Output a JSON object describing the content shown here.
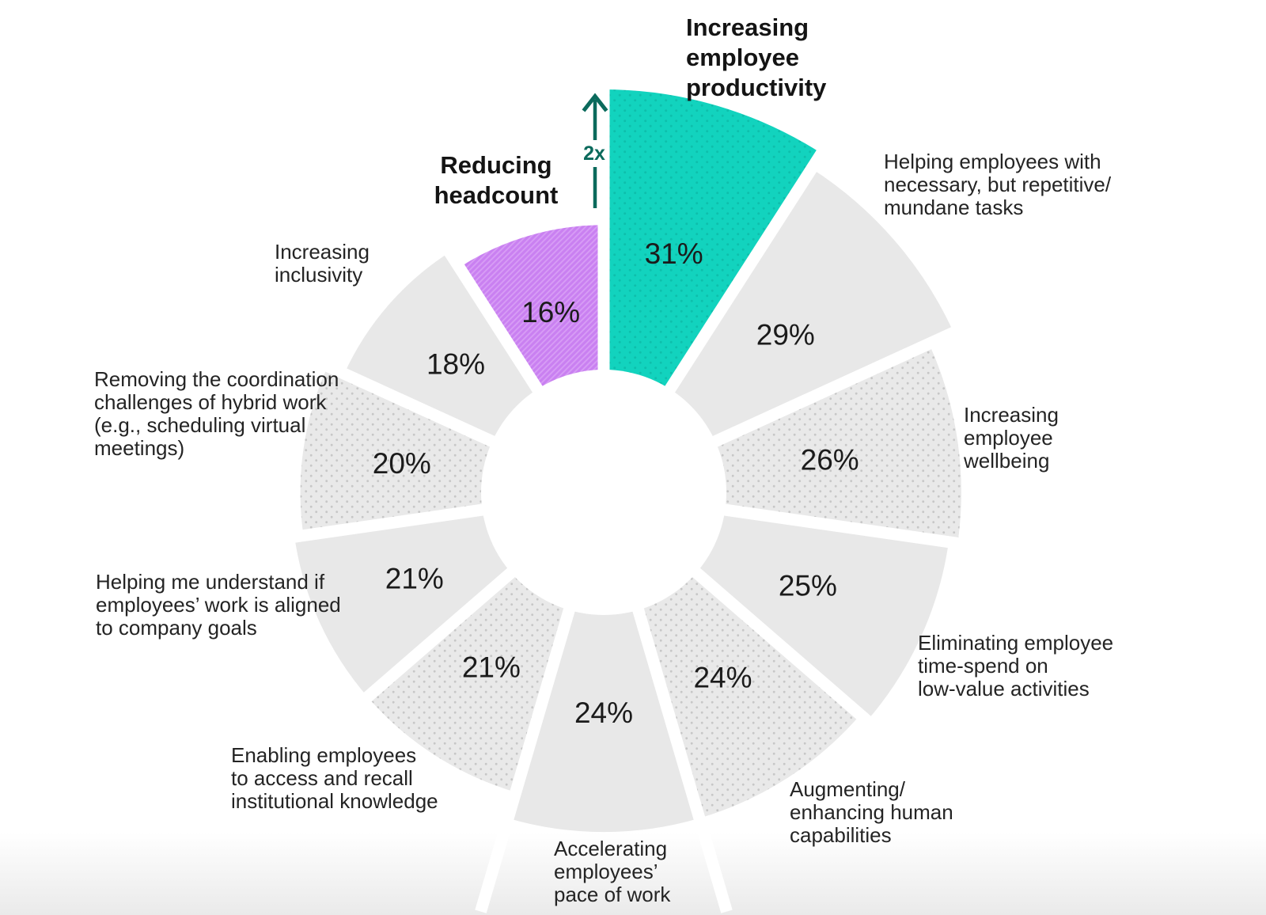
{
  "chart_data": {
    "type": "pie",
    "variant": "rose-radial",
    "legend_position": "around",
    "segments": [
      {
        "label": "Increasing employee productivity",
        "label_lines": [
          "Increasing",
          "employee",
          "productivity"
        ],
        "value": 31,
        "display": "31%",
        "pattern": "teal-dots",
        "emphasis": "primary"
      },
      {
        "label": "Helping employees with necessary, but repetitive/ mundane tasks",
        "label_lines": [
          "Helping employees with",
          "necessary, but repetitive/",
          "mundane tasks"
        ],
        "value": 29,
        "display": "29%",
        "pattern": "gray-plain"
      },
      {
        "label": "Increasing employee wellbeing",
        "label_lines": [
          "Increasing",
          "employee",
          "wellbeing"
        ],
        "value": 26,
        "display": "26%",
        "pattern": "gray-dots"
      },
      {
        "label": "Eliminating employee time-spend on low-value activities",
        "label_lines": [
          "Eliminating employee",
          "time-spend on",
          "low-value activities"
        ],
        "value": 25,
        "display": "25%",
        "pattern": "gray-plain"
      },
      {
        "label": "Augmenting/ enhancing human capabilities",
        "label_lines": [
          "Augmenting/",
          "enhancing human",
          "capabilities"
        ],
        "value": 24,
        "display": "24%",
        "pattern": "gray-dots"
      },
      {
        "label": "Accelerating employees’ pace of work",
        "label_lines": [
          "Accelerating",
          "employees’",
          "pace of work"
        ],
        "value": 24,
        "display": "24%",
        "pattern": "gray-plain"
      },
      {
        "label": "Enabling employees to access and recall institutional knowledge",
        "label_lines": [
          "Enabling employees",
          "to access and recall",
          "institutional knowledge"
        ],
        "value": 21,
        "display": "21%",
        "pattern": "gray-dots"
      },
      {
        "label": "Helping me understand if employees’ work is aligned to company goals",
        "label_lines": [
          "Helping me understand if",
          "employees’ work is aligned",
          "to company goals"
        ],
        "value": 21,
        "display": "21%",
        "pattern": "gray-plain"
      },
      {
        "label": "Removing the coordination challenges of hybrid work (e.g., scheduling virtual meetings)",
        "label_lines": [
          "Removing the coordination",
          "challenges of hybrid work",
          "(e.g., scheduling virtual",
          "meetings)"
        ],
        "value": 20,
        "display": "20%",
        "pattern": "gray-dots"
      },
      {
        "label": "Increasing inclusivity",
        "label_lines": [
          "Increasing",
          "inclusivity"
        ],
        "value": 18,
        "display": "18%",
        "pattern": "gray-plain"
      },
      {
        "label": "Reducing headcount",
        "label_lines": [
          "Reducing",
          "headcount"
        ],
        "value": 16,
        "display": "16%",
        "pattern": "purple-hatch",
        "emphasis": "secondary"
      }
    ],
    "annotation": {
      "text": "2x"
    },
    "colors": {
      "teal": "#12d3be",
      "teal_dot": "#0ebfac",
      "teal_dark": "#0b6a5c",
      "purple": "#c980f1",
      "purple_stripe": "#d79cf5",
      "gray_plain": "#e8e8e8",
      "gray_dot_base": "#e9e9e9",
      "gray_dot": "#c7c7c7",
      "value_text": "#1b1b1b",
      "label_text": "#242424"
    }
  }
}
